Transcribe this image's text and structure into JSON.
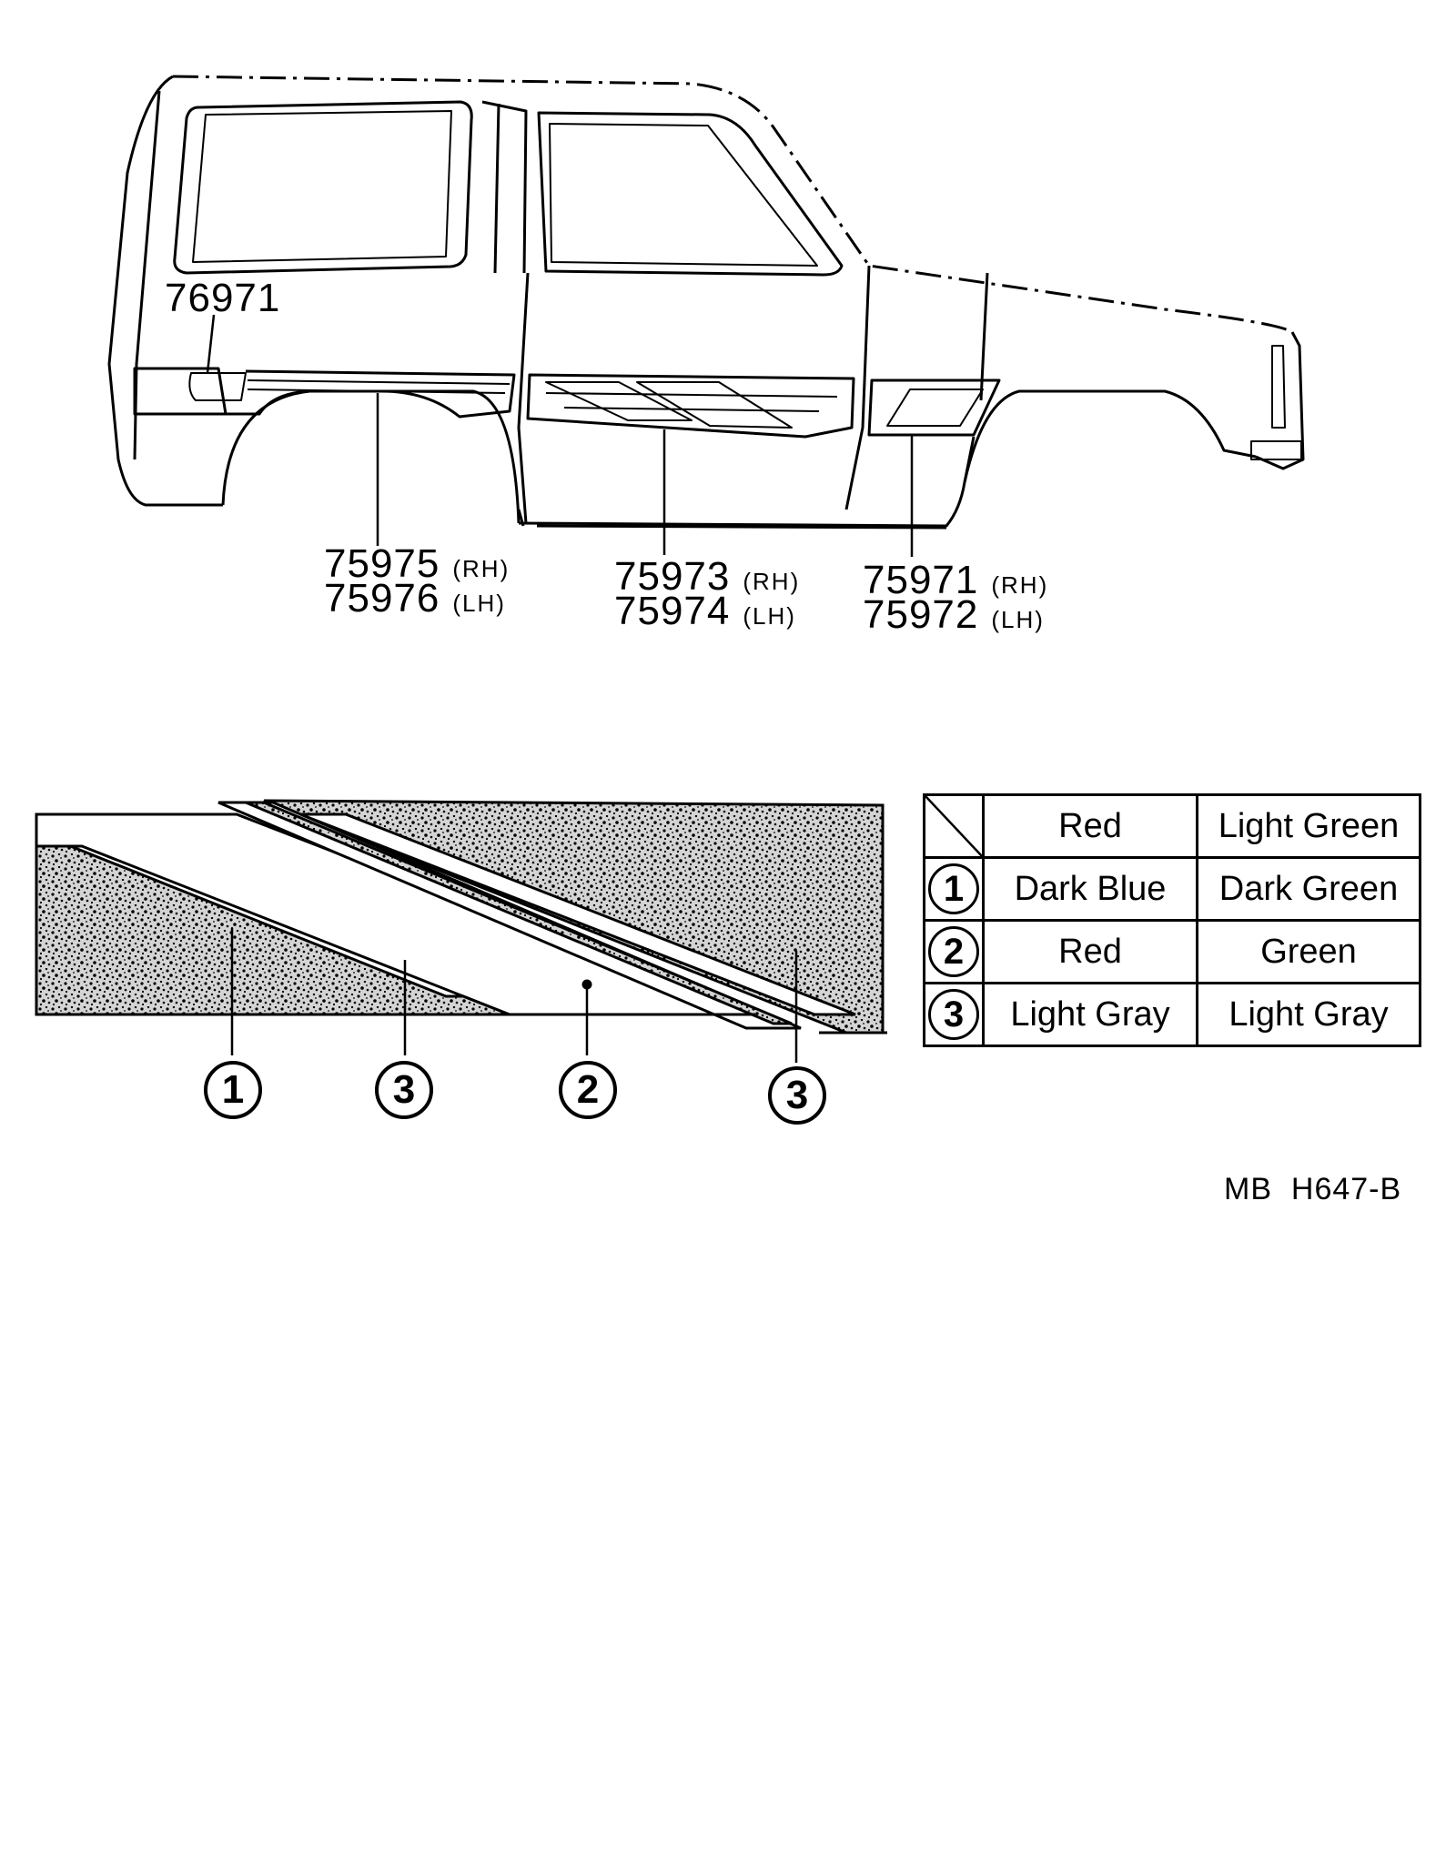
{
  "callouts": {
    "top_left_part": "76971",
    "rear": {
      "rh_part": "75975",
      "rh_side": "(RH)",
      "lh_part": "75976",
      "lh_side": "(LH)"
    },
    "door": {
      "rh_part": "75973",
      "rh_side": "(RH)",
      "lh_part": "75974",
      "lh_side": "(LH)"
    },
    "front": {
      "rh_part": "75971",
      "rh_side": "(RH)",
      "lh_part": "75972",
      "lh_side": "(LH)"
    }
  },
  "stripe_legend": [
    "1",
    "3",
    "2",
    "3"
  ],
  "color_table": {
    "header": [
      "Red",
      "Light Green"
    ],
    "rows": [
      {
        "num": "1",
        "col1": "Dark Blue",
        "col2": "Dark Green"
      },
      {
        "num": "2",
        "col1": "Red",
        "col2": "Green"
      },
      {
        "num": "3",
        "col1": "Light Gray",
        "col2": "Light Gray"
      }
    ]
  },
  "diagram_code": "MB  H647-B"
}
